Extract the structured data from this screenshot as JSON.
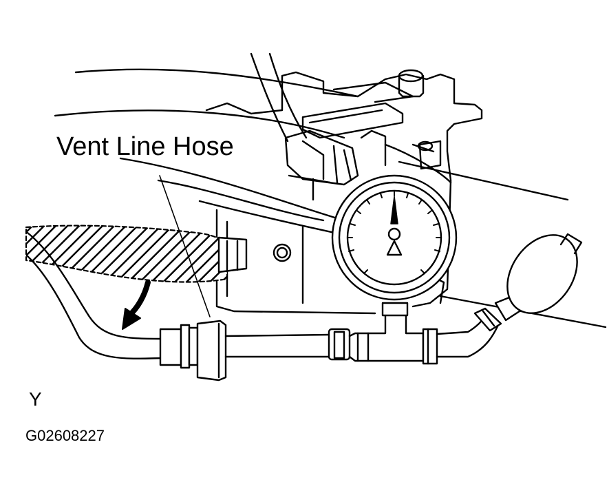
{
  "diagram": {
    "callout_label": "Vent Line Hose",
    "view_letter": "Y",
    "figure_code": "G02608227",
    "line_color": "#000000",
    "background_color": "#ffffff"
  }
}
